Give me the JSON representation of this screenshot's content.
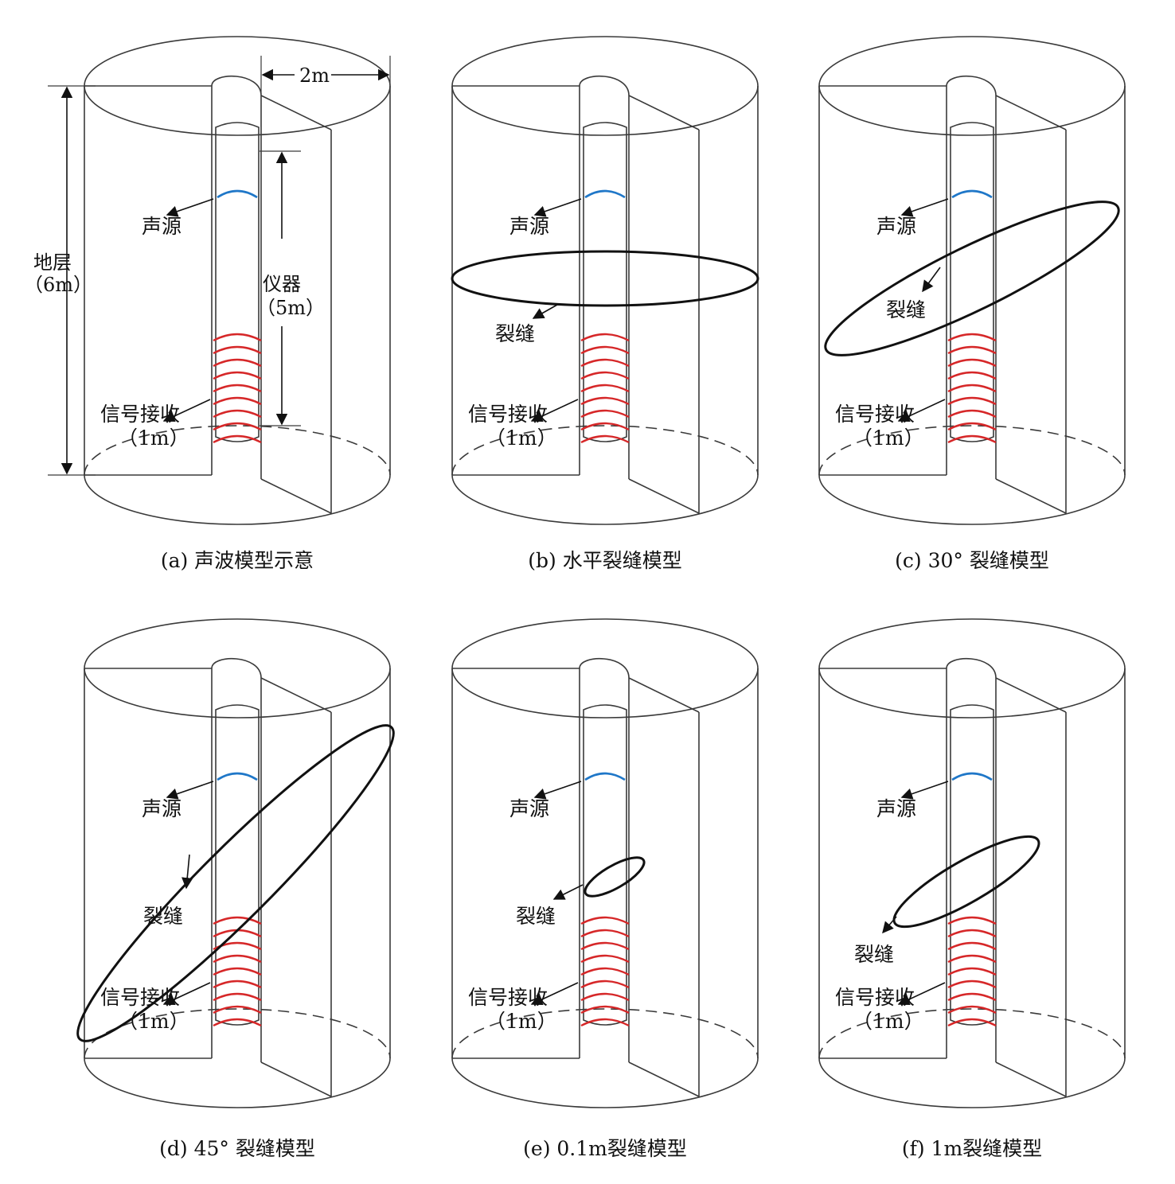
{
  "panels": [
    {
      "caption": "(a) 声波模型示意",
      "labels": {
        "source": "声源",
        "receiver": "信号接收",
        "receiver_len": "（1m）",
        "fracture": "",
        "formation": "地层",
        "formation_len": "（6m）",
        "tool": "仪器",
        "tool_len": "（5m）",
        "radius": "2m"
      },
      "fracture_model": "none"
    },
    {
      "caption": "(b) 水平裂缝模型",
      "labels": {
        "source": "声源",
        "receiver": "信号接收",
        "receiver_len": "（1m）",
        "fracture": "裂缝"
      },
      "fracture_model": "horizontal"
    },
    {
      "caption": "(c) 30° 裂缝模型",
      "labels": {
        "source": "声源",
        "receiver": "信号接收",
        "receiver_len": "（1m）",
        "fracture": "裂缝"
      },
      "fracture_model": "30-degree"
    },
    {
      "caption": "(d) 45° 裂缝模型",
      "labels": {
        "source": "声源",
        "receiver": "信号接收",
        "receiver_len": "（1m）",
        "fracture": "裂缝"
      },
      "fracture_model": "45-degree"
    },
    {
      "caption": "(e) 0.1m裂缝模型",
      "labels": {
        "source": "声源",
        "receiver": "信号接收",
        "receiver_len": "（1m）",
        "fracture": "裂缝"
      },
      "fracture_model": "0.1m"
    },
    {
      "caption": "(f) 1m裂缝模型",
      "labels": {
        "source": "声源",
        "receiver": "信号接收",
        "receiver_len": "（1m）",
        "fracture": "裂缝"
      },
      "fracture_model": "1m"
    }
  ],
  "colors": {
    "outline": "#3a3a3a",
    "fracture": "#111111",
    "source_wave": "#1f77c8",
    "receiver_array": "#d62728"
  }
}
